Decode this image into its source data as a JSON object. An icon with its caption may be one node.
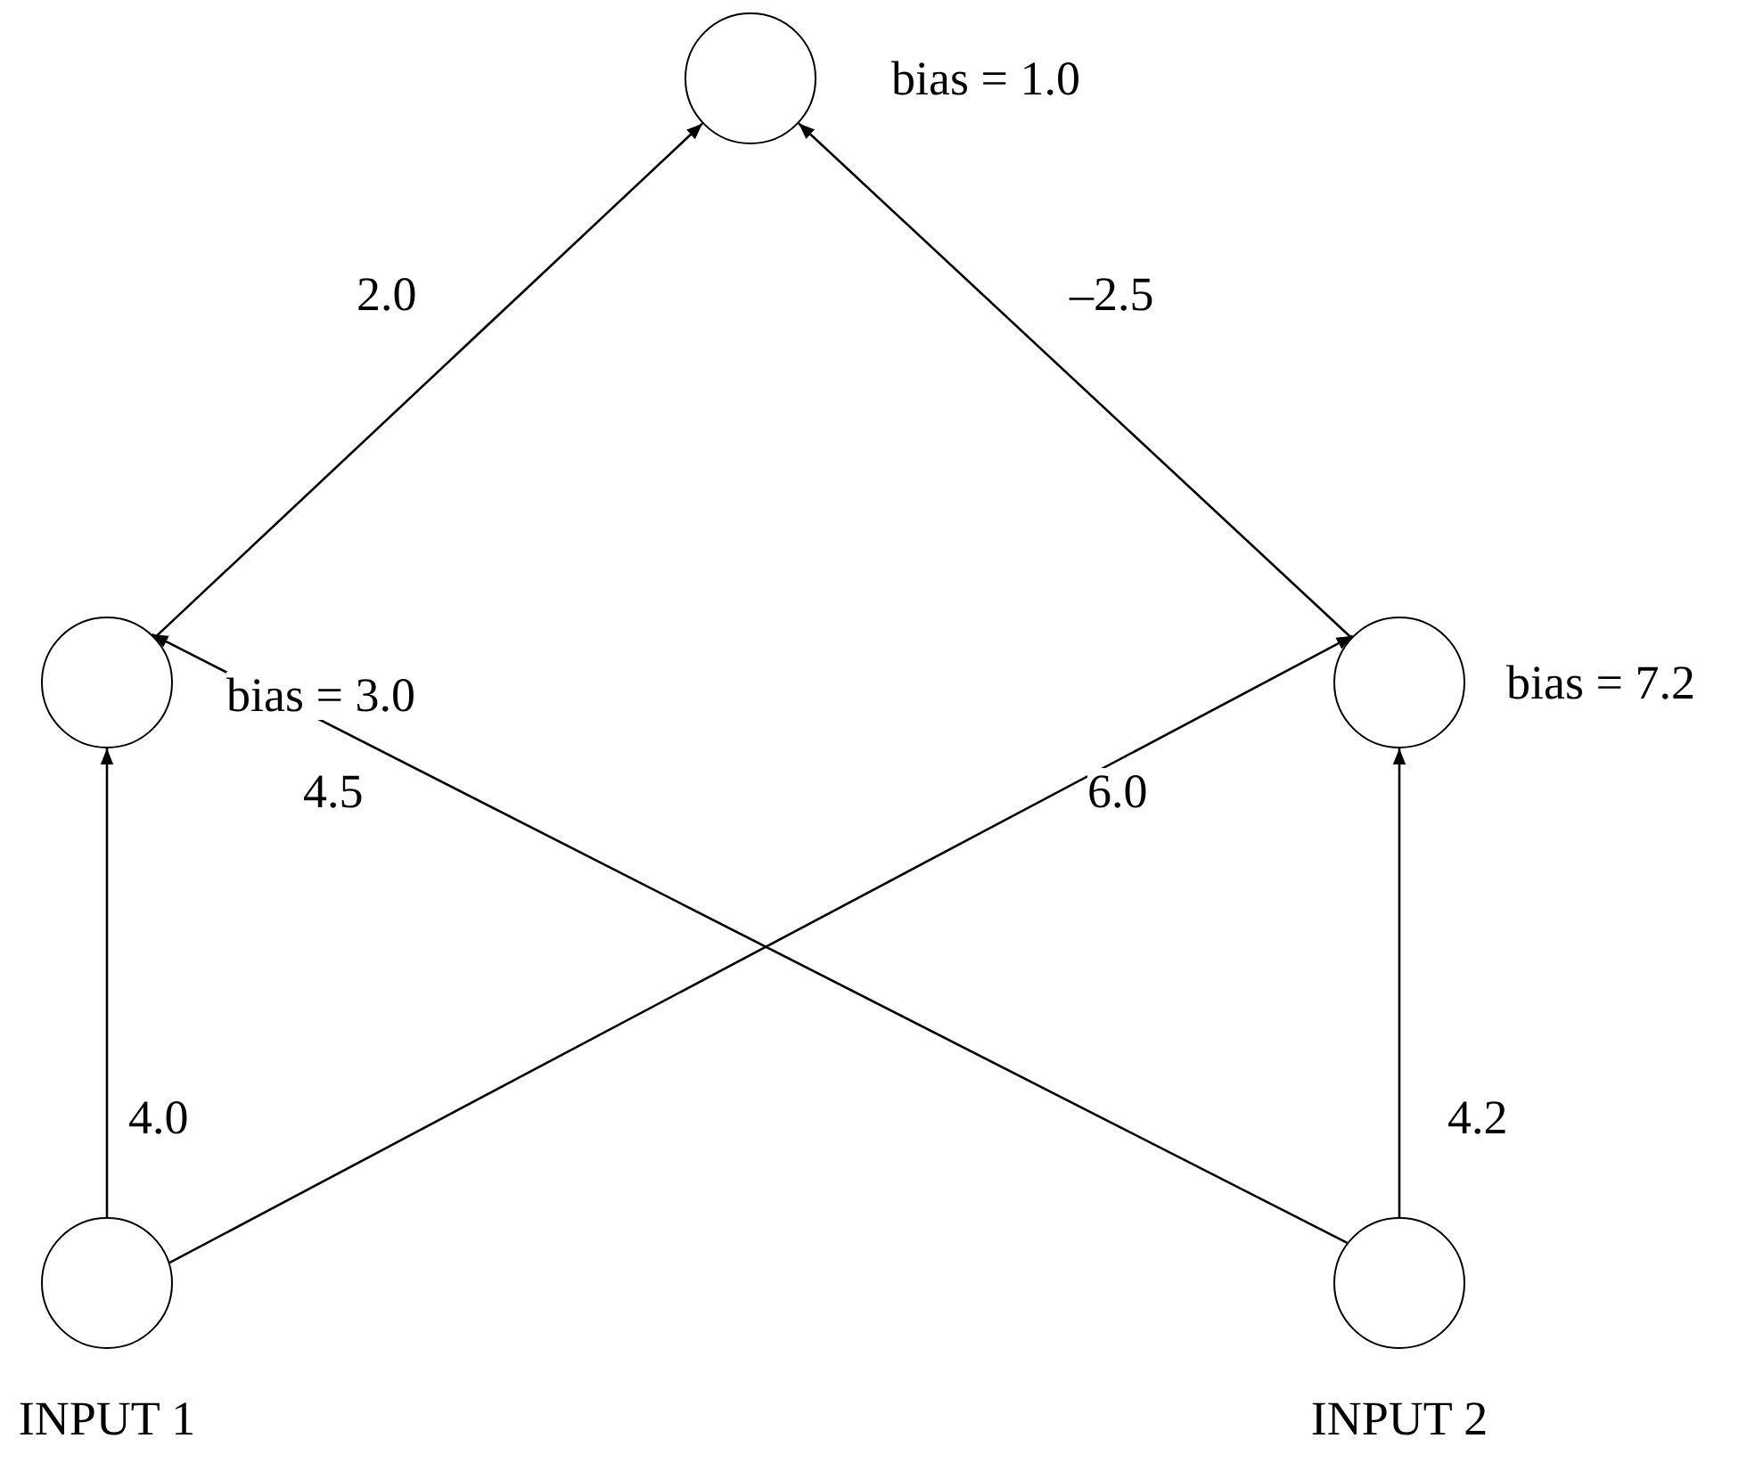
{
  "diagram": {
    "nodes": [
      {
        "text": [],
        "shape": "circle",
        "beside": [
          "bias = 1.0"
        ]
      },
      {
        "text": [],
        "shape": "circle",
        "beside": [
          "bias = 3.0"
        ]
      },
      {
        "text": [],
        "shape": "circle",
        "beside": [
          "bias = 7.2"
        ]
      },
      {
        "text": [],
        "shape": "circle",
        "beside": [
          "INPUT 1"
        ]
      },
      {
        "text": [],
        "shape": "circle",
        "beside": [
          "INPUT 2"
        ]
      }
    ],
    "edges": [
      {
        "from": 1,
        "to": 0,
        "arrow": "to",
        "label": "2.0"
      },
      {
        "from": 2,
        "to": 0,
        "arrow": "to",
        "label": "–2.5"
      },
      {
        "from": 3,
        "to": 1,
        "arrow": "to",
        "label": "4.0"
      },
      {
        "from": 4,
        "to": 1,
        "arrow": "to",
        "label": "4.5"
      },
      {
        "from": 3,
        "to": 2,
        "arrow": "to",
        "label": "6.0"
      },
      {
        "from": 4,
        "to": 2,
        "arrow": "to",
        "label": "4.2"
      }
    ]
  }
}
